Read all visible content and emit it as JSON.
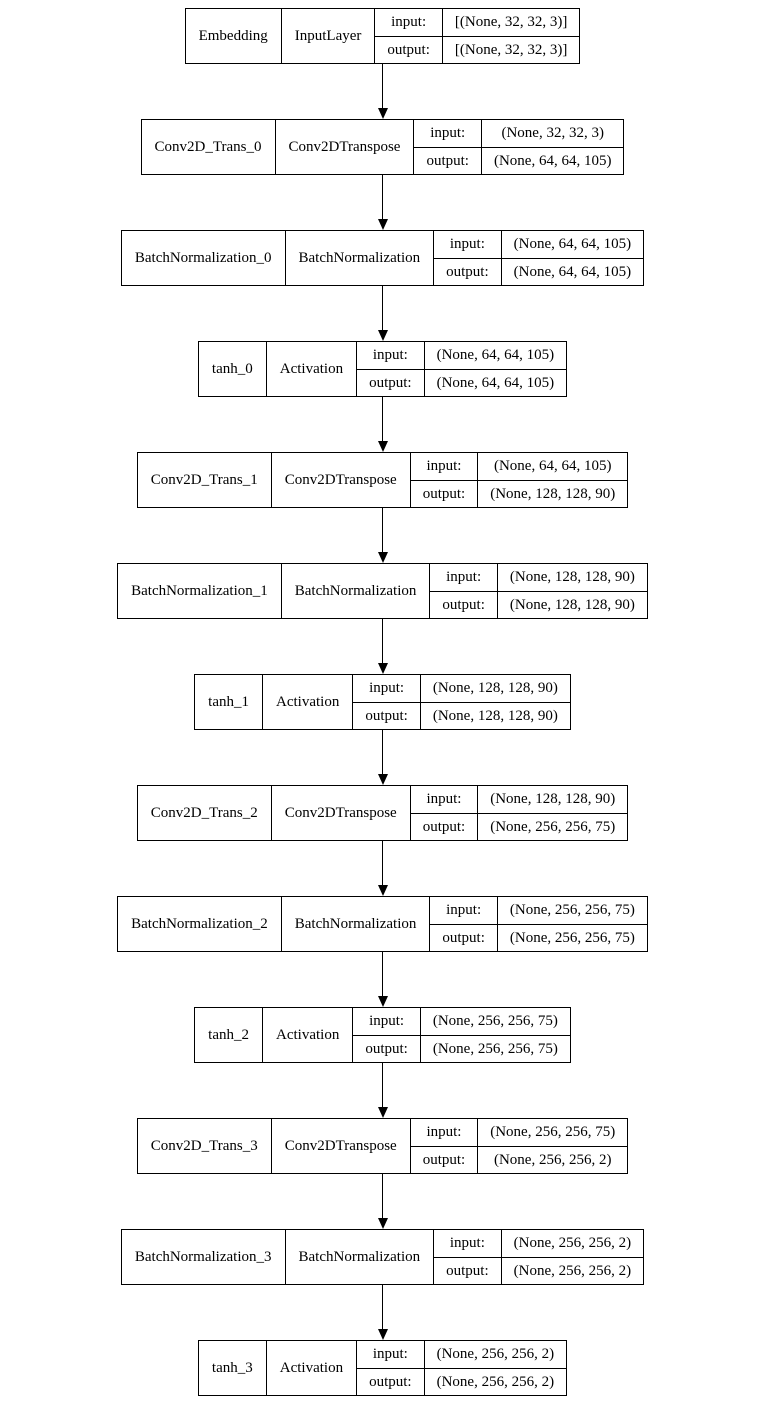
{
  "diagram": {
    "io_labels": {
      "input": "input:",
      "output": "output:"
    },
    "nodes": [
      {
        "name": "Embedding",
        "type": "InputLayer",
        "input": "[(None, 32, 32, 3)]",
        "output": "[(None, 32, 32, 3)]"
      },
      {
        "name": "Conv2D_Trans_0",
        "type": "Conv2DTranspose",
        "input": "(None, 32, 32, 3)",
        "output": "(None, 64, 64, 105)"
      },
      {
        "name": "BatchNormalization_0",
        "type": "BatchNormalization",
        "input": "(None, 64, 64, 105)",
        "output": "(None, 64, 64, 105)"
      },
      {
        "name": "tanh_0",
        "type": "Activation",
        "input": "(None, 64, 64, 105)",
        "output": "(None, 64, 64, 105)"
      },
      {
        "name": "Conv2D_Trans_1",
        "type": "Conv2DTranspose",
        "input": "(None, 64, 64, 105)",
        "output": "(None, 128, 128, 90)"
      },
      {
        "name": "BatchNormalization_1",
        "type": "BatchNormalization",
        "input": "(None, 128, 128, 90)",
        "output": "(None, 128, 128, 90)"
      },
      {
        "name": "tanh_1",
        "type": "Activation",
        "input": "(None, 128, 128, 90)",
        "output": "(None, 128, 128, 90)"
      },
      {
        "name": "Conv2D_Trans_2",
        "type": "Conv2DTranspose",
        "input": "(None, 128, 128, 90)",
        "output": "(None, 256, 256, 75)"
      },
      {
        "name": "BatchNormalization_2",
        "type": "BatchNormalization",
        "input": "(None, 256, 256, 75)",
        "output": "(None, 256, 256, 75)"
      },
      {
        "name": "tanh_2",
        "type": "Activation",
        "input": "(None, 256, 256, 75)",
        "output": "(None, 256, 256, 75)"
      },
      {
        "name": "Conv2D_Trans_3",
        "type": "Conv2DTranspose",
        "input": "(None, 256, 256, 75)",
        "output": "(None, 256, 256, 2)"
      },
      {
        "name": "BatchNormalization_3",
        "type": "BatchNormalization",
        "input": "(None, 256, 256, 2)",
        "output": "(None, 256, 256, 2)"
      },
      {
        "name": "tanh_3",
        "type": "Activation",
        "input": "(None, 256, 256, 2)",
        "output": "(None, 256, 256, 2)"
      }
    ]
  }
}
